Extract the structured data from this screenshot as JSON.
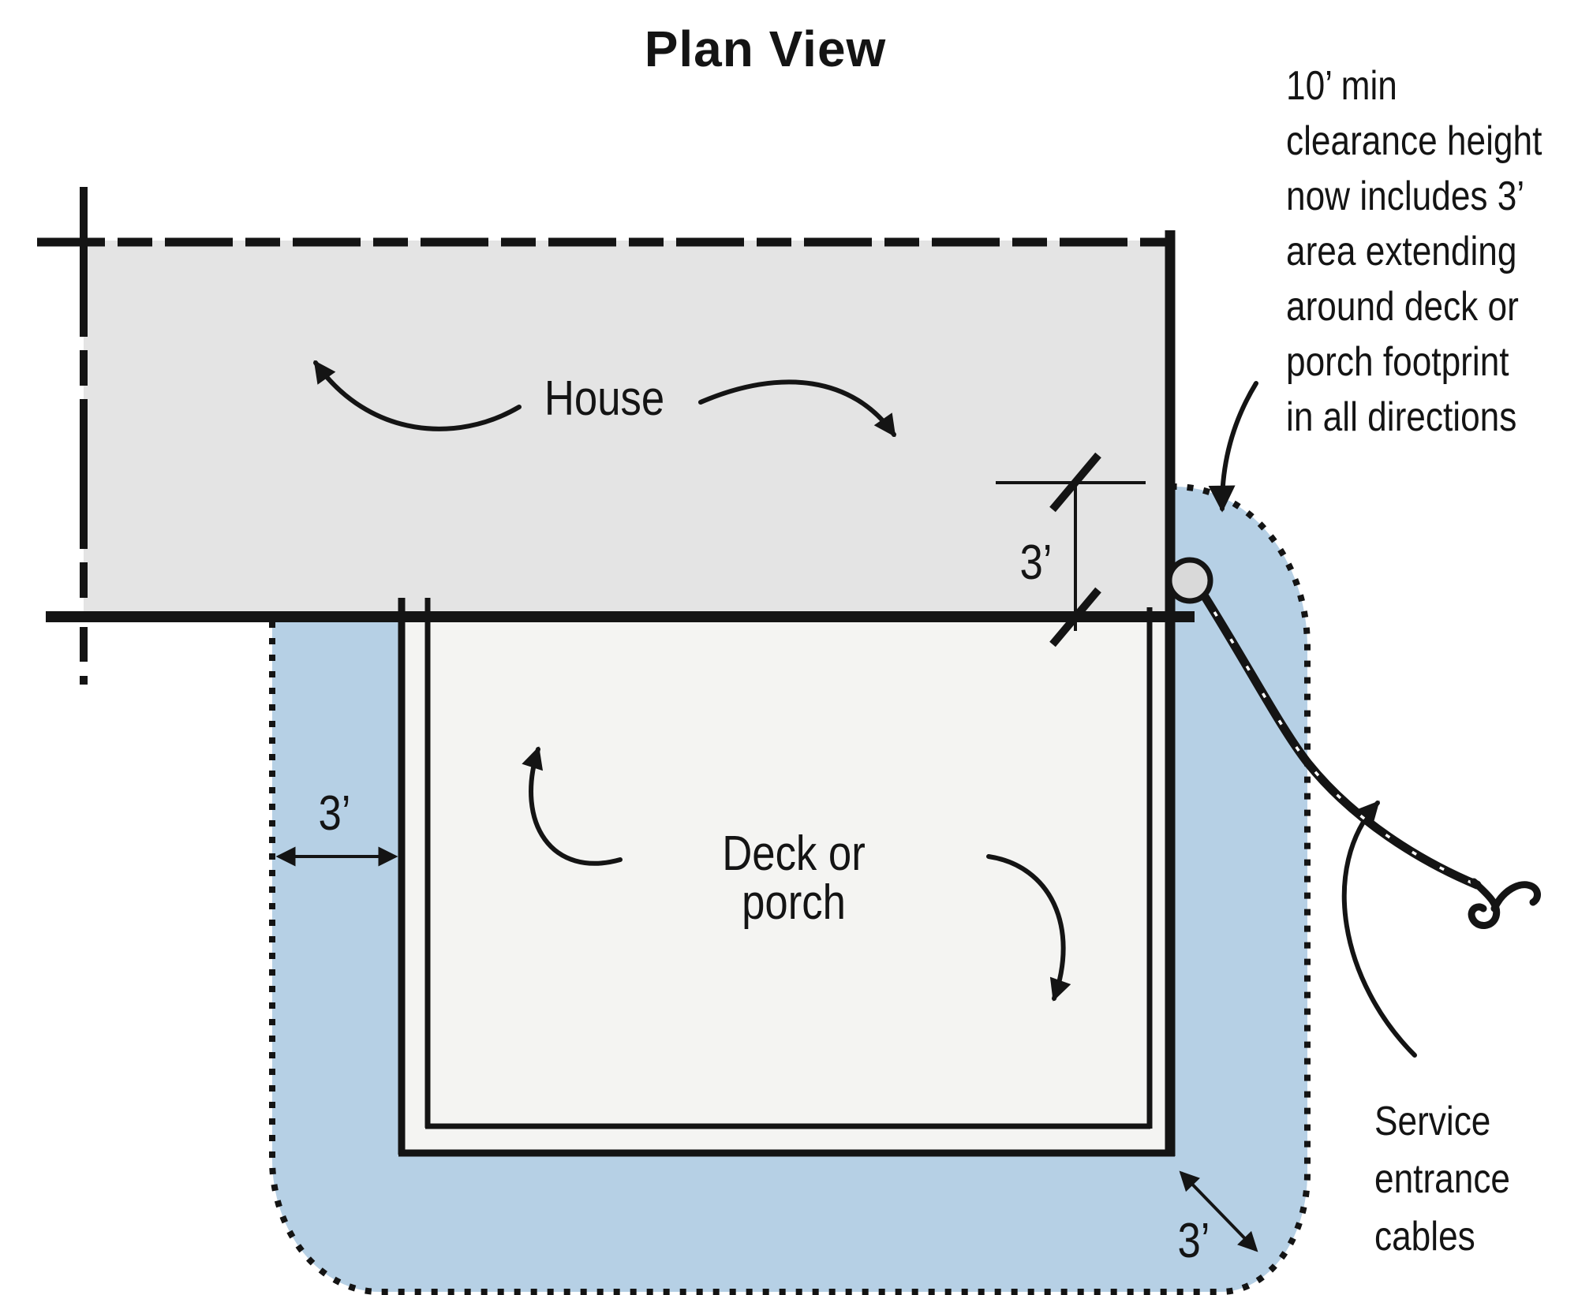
{
  "title": "Plan View",
  "diagram": {
    "house_label": "House",
    "deck_label": "Deck or porch",
    "clearance_note": "10’ min\nclearance height\nnow includes 3’\narea extending\naround deck or\nporch footprint\nin all directions",
    "service_cables_label": "Service\nentrance\ncables",
    "dimensions": {
      "right_offset": "3’",
      "left_offset": "3’",
      "corner_offset": "3’"
    },
    "colors": {
      "house_fill": "#e4e4e4",
      "deck_fill": "#f4f4f2",
      "clearance_fill": "#b6d0e5",
      "ink": "#141414"
    }
  }
}
